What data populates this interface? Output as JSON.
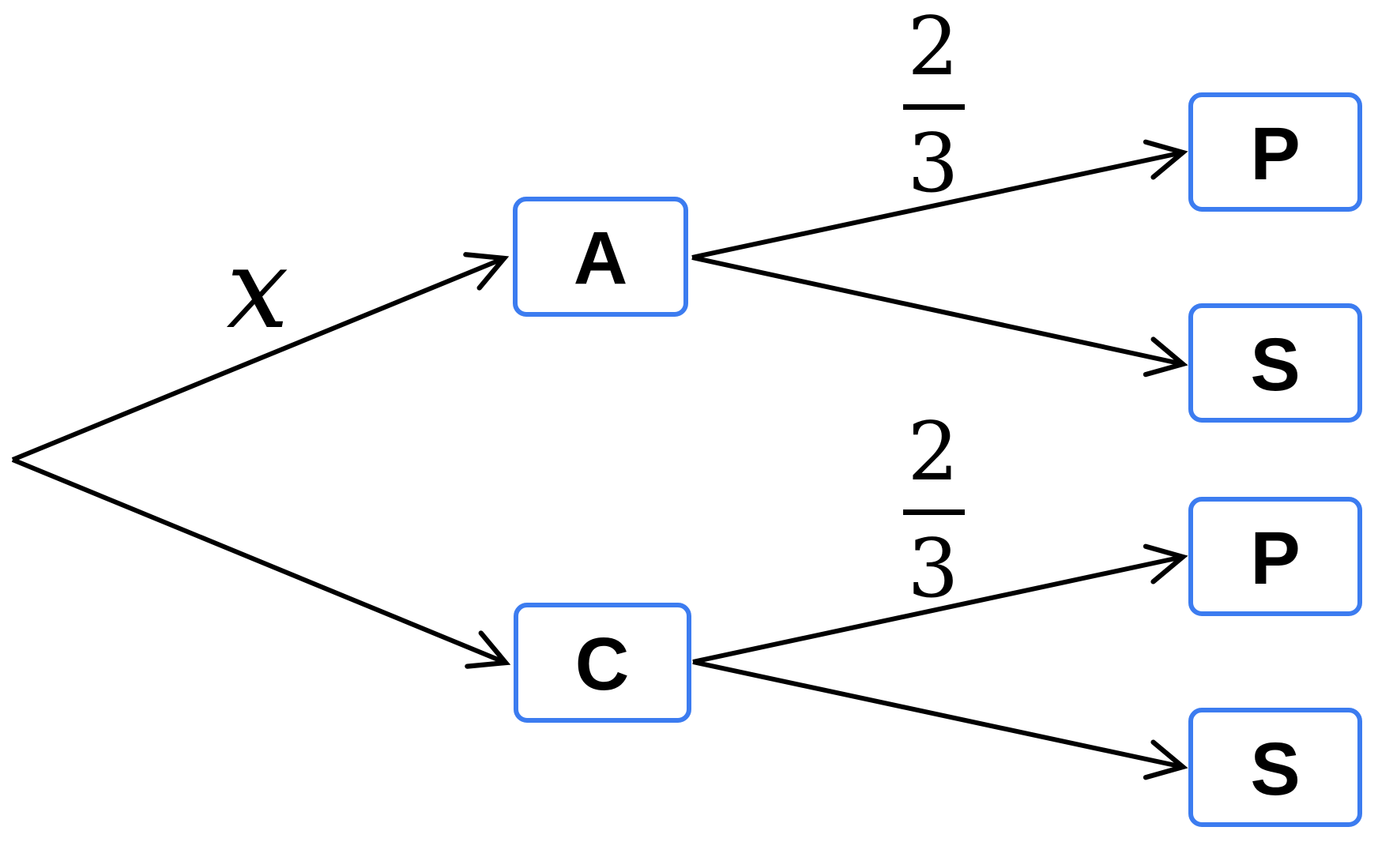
{
  "tree": {
    "nodes": {
      "a": "A",
      "c": "C",
      "p_top": "P",
      "s_top": "S",
      "p_bottom": "P",
      "s_bottom": "S"
    },
    "branch_labels": {
      "root_to_a": "x",
      "a_to_p": {
        "numerator": "2",
        "denominator": "3"
      },
      "c_to_p": {
        "numerator": "2",
        "denominator": "3"
      }
    },
    "colors": {
      "node_border": "#3c7cf0",
      "branch_line": "#000000",
      "label_text": "#000000",
      "background": "#ffffff"
    }
  }
}
